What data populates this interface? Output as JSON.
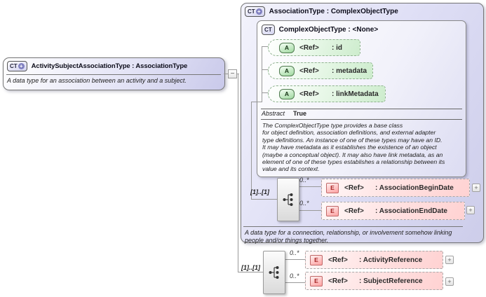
{
  "icons": {
    "ct": "CT",
    "a": "A",
    "e": "E",
    "plus": "+",
    "collapse": "−",
    "expand": "+"
  },
  "left_class": {
    "title": "ActivitySubjectAssociationType : AssociationType",
    "description": "A data type for an association between an activity and a subject."
  },
  "association_class": {
    "title": "AssociationType : ComplexObjectType",
    "description": "A data type for a connection, relationship, or involvement somehow linking\npeople and/or things together.",
    "base_class": {
      "title": "ComplexObjectType : <None>",
      "attributes": [
        {
          "ref": "<Ref>",
          "name": ": id"
        },
        {
          "ref": "<Ref>",
          "name": ": metadata"
        },
        {
          "ref": "<Ref>",
          "name": ": linkMetadata"
        }
      ],
      "facet": {
        "label": "Abstract",
        "value": "True"
      },
      "description": "The ComplexObjectType type provides a base class\nfor object definition, association definitions, and external adapter\ntype definitions. An instance of one of these types may have an ID.\nIt may have metadata as it establishes the existence of an object\n(maybe a conceptual object). It may also have link metadata, as an\nelement of one of these types establishes a relationship between its\nvalue and its context."
    },
    "sequence": {
      "cardinality": "[1]..[1]",
      "elements": [
        {
          "occurs": "0..*",
          "ref": "<Ref>",
          "name": ": AssociationBeginDate"
        },
        {
          "occurs": "0..*",
          "ref": "<Ref>",
          "name": ": AssociationEndDate"
        }
      ]
    }
  },
  "root_sequence": {
    "cardinality": "[1]..[1]",
    "elements": [
      {
        "occurs": "0..*",
        "ref": "<Ref>",
        "name": ": ActivityReference"
      },
      {
        "occurs": "0..*",
        "ref": "<Ref>",
        "name": ": SubjectReference"
      }
    ]
  },
  "colors": {
    "class_purple": "#dedef5",
    "attribute_green": "#d8f2d8",
    "element_pink": "#ffd6d6",
    "line_gray": "#999999"
  }
}
